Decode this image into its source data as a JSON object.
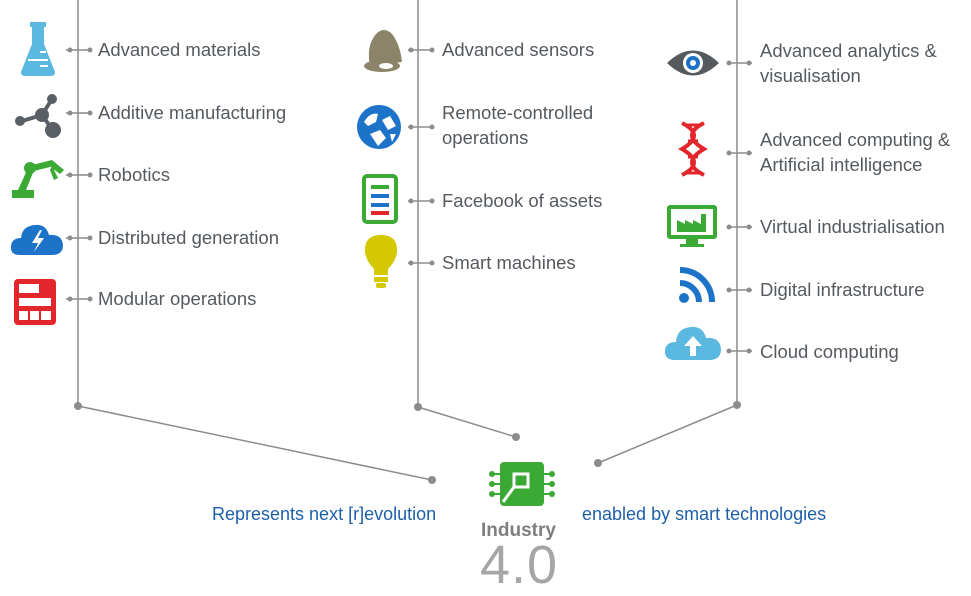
{
  "columns": [
    {
      "items": [
        {
          "label": "Advanced materials",
          "icon": "flask-icon"
        },
        {
          "label": "Additive manufacturing",
          "icon": "molecule-icon"
        },
        {
          "label": "Robotics",
          "icon": "robot-arm-icon"
        },
        {
          "label": "Distributed generation",
          "icon": "cloud-lightning-icon"
        },
        {
          "label": "Modular operations",
          "icon": "modules-icon"
        }
      ]
    },
    {
      "items": [
        {
          "label": "Advanced sensors",
          "icon": "bell-icon"
        },
        {
          "label": "Remote-controlled operations",
          "icon": "globe-icon"
        },
        {
          "label": "Facebook of assets",
          "icon": "list-icon"
        },
        {
          "label": "Smart machines",
          "icon": "lightbulb-icon"
        }
      ]
    },
    {
      "items": [
        {
          "label": "Advanced analytics & visualisation",
          "icon": "eye-icon"
        },
        {
          "label": "Advanced computing & Artificial intelligence",
          "icon": "dna-icon"
        },
        {
          "label": "Virtual industrialisation",
          "icon": "factory-monitor-icon"
        },
        {
          "label": "Digital infrastructure",
          "icon": "wifi-icon"
        },
        {
          "label": "Cloud computing",
          "icon": "cloud-upload-icon"
        }
      ]
    }
  ],
  "left_tagline": "Represents next [r]evolution",
  "right_tagline": "enabled by smart technologies",
  "center_title": "Industry",
  "center_version": "4.0",
  "colors": {
    "line": "#8c8c8c",
    "text": "#555a5f",
    "tagline": "#1f5fa8",
    "green": "#3aaa35",
    "red": "#e2262b",
    "blue": "#1d73c7",
    "lightblue": "#5bb8e0"
  }
}
